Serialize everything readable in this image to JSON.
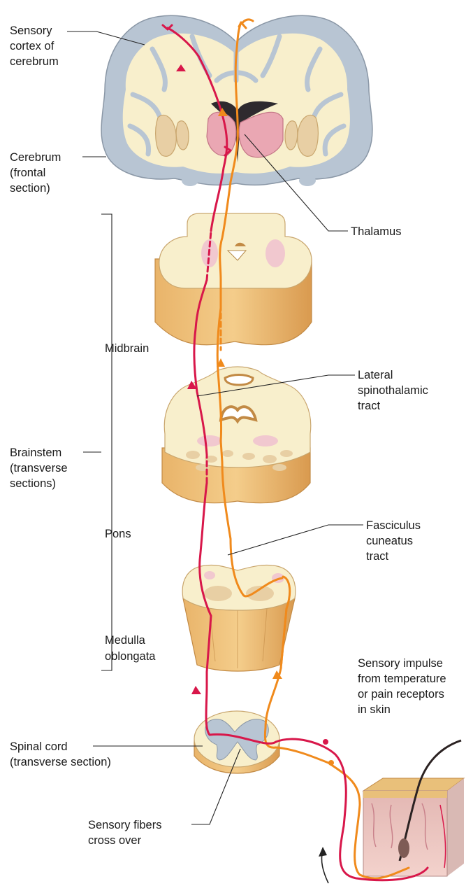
{
  "labels": {
    "sensory_cortex": [
      "Sensory",
      "cortex of",
      "cerebrum"
    ],
    "cerebrum": [
      "Cerebrum",
      "(frontal",
      "section)"
    ],
    "thalamus": [
      "Thalamus"
    ],
    "midbrain": [
      "Midbrain"
    ],
    "lateral_tract": [
      "Lateral",
      "spinothalamic",
      "tract"
    ],
    "brainstem": [
      "Brainstem",
      "(transverse",
      "sections)"
    ],
    "pons": [
      "Pons"
    ],
    "fasciculus": [
      "Fasciculus",
      "cuneatus",
      "tract"
    ],
    "medulla": [
      "Medulla",
      "oblongata"
    ],
    "impulse": [
      "Sensory impulse",
      "from temperature",
      "or pain receptors",
      "in skin"
    ],
    "spinal_cord": [
      "Spinal cord",
      "(transverse section)"
    ],
    "cross_over": [
      "Sensory fibers",
      "cross over"
    ]
  },
  "colors": {
    "red_pathway": "#d8174a",
    "orange_pathway": "#f08a1c",
    "cortex_gray": "#b8c5d3",
    "white_matter": "#f8efcc",
    "thalamus_pink": "#eaa7b3",
    "brainstem_tan": "#e8b36a"
  },
  "icons": [
    "arrow-up-icon",
    "skin-block-icon",
    "hair-icon"
  ]
}
